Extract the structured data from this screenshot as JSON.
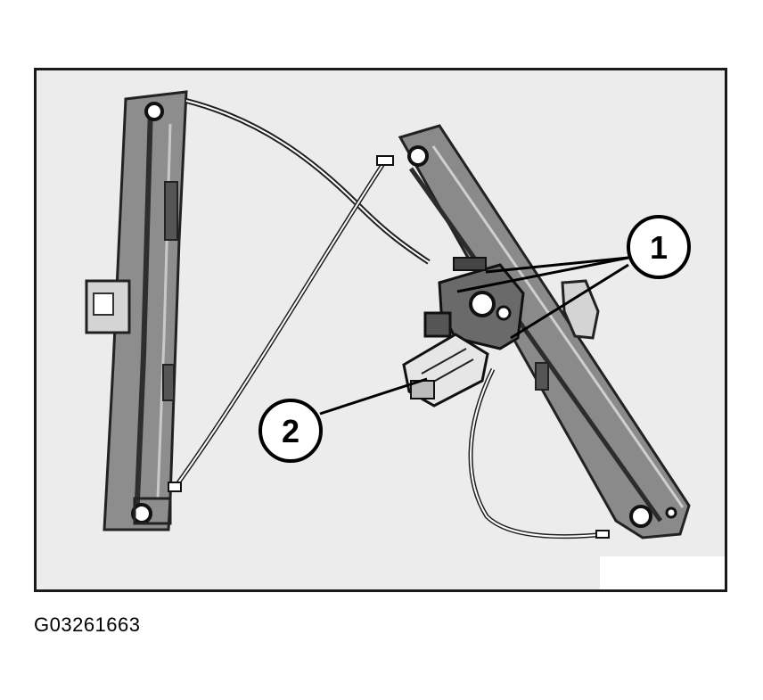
{
  "figure": {
    "callouts": [
      {
        "number": "1"
      },
      {
        "number": "2"
      }
    ],
    "figure_id": "G03261663"
  },
  "colors": {
    "background": "#ececec",
    "frame": "#1a1a1a",
    "rail_fill": "#8c8c8c",
    "rail_shadow": "#3c3c3c",
    "cable": "#ffffff",
    "callout_fill": "#ffffff"
  }
}
